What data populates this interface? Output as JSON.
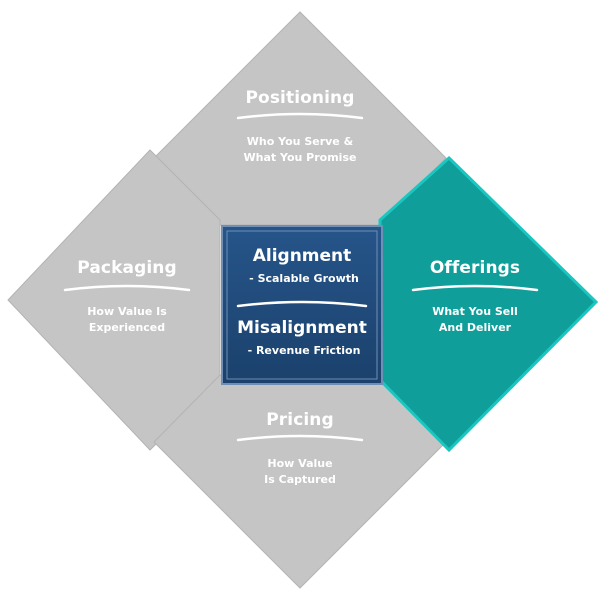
{
  "colors": {
    "panel_gray": "#c5c5c5",
    "panel_gray_edge": "#b3b3b3",
    "offerings_teal": "#0f9e99",
    "offerings_teal_edge": "#1cc6c0",
    "center_navy": "#1f4a78",
    "center_border": "#6f8fb4",
    "text": "#ffffff"
  },
  "center": {
    "alignment_title": "Alignment",
    "alignment_sub": "-  Scalable Growth",
    "misalignment_title": "Misalignment",
    "misalignment_sub": "-  Revenue Friction"
  },
  "panels": {
    "positioning": {
      "title": "Positioning",
      "desc_line1": "Who You Serve &",
      "desc_line2": "What You Promise"
    },
    "packaging": {
      "title": "Packaging",
      "desc_line1": "How Value Is",
      "desc_line2": "Experienced"
    },
    "offerings": {
      "title": "Offerings",
      "desc_line1": "What You Sell",
      "desc_line2": "And Deliver"
    },
    "pricing": {
      "title": "Pricing",
      "desc_line1": "How Value",
      "desc_line2": "Is Captured"
    }
  }
}
